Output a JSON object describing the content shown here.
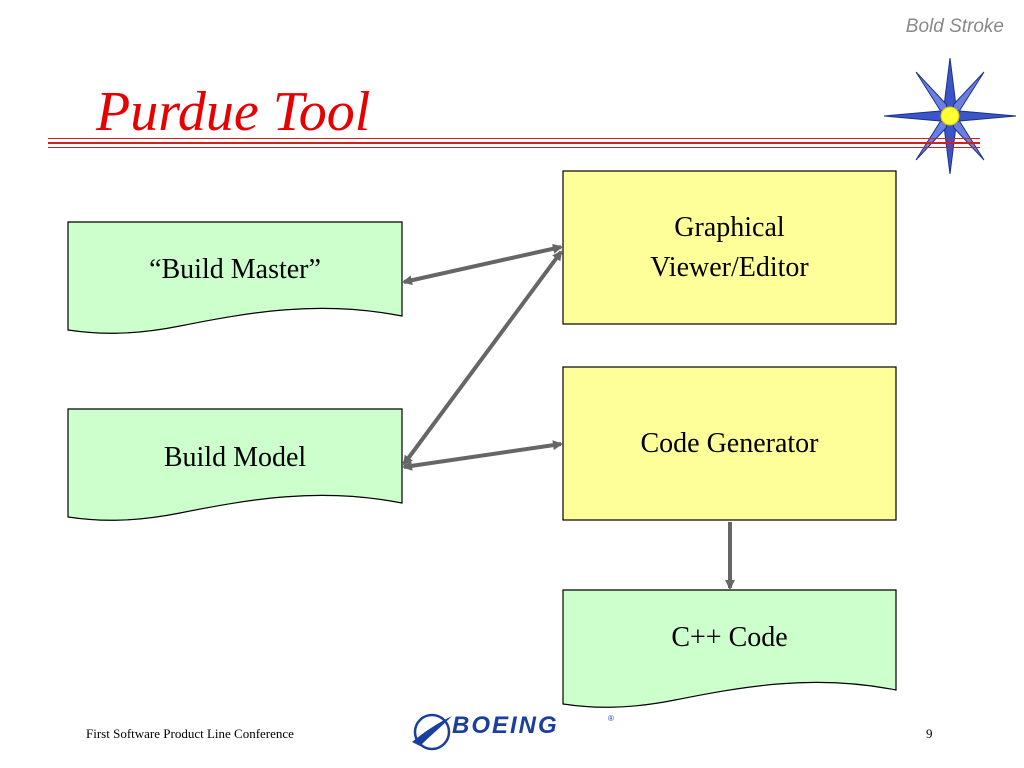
{
  "header": {
    "brand_text": "Bold Stroke",
    "title": "Purdue Tool"
  },
  "nodes": {
    "build_master": {
      "label": "“Build Master”",
      "fill": "#ccffcc"
    },
    "build_model": {
      "label": "Build Model",
      "fill": "#ccffcc"
    },
    "graphical_viewer": {
      "label_line1": "Graphical",
      "label_line2": "Viewer/Editor",
      "fill": "#ffff99"
    },
    "code_generator": {
      "label": "Code Generator",
      "fill": "#ffff99"
    },
    "cpp_code": {
      "label": "C++ Code",
      "fill": "#ccffcc"
    }
  },
  "edges": [
    {
      "from": "build_master",
      "to": "graphical_viewer",
      "direction": "both"
    },
    {
      "from": "build_model",
      "to": "graphical_viewer",
      "direction": "both"
    },
    {
      "from": "build_model",
      "to": "code_generator",
      "direction": "both"
    },
    {
      "from": "code_generator",
      "to": "cpp_code",
      "direction": "forward"
    }
  ],
  "footer": {
    "conference": "First Software Product Line Conference",
    "logo_text": "BOEING",
    "logo_mark": "®",
    "page_number": "9"
  },
  "colors": {
    "title": "#e60000",
    "arrow": "#666666",
    "boeing": "#1b3f9c"
  }
}
